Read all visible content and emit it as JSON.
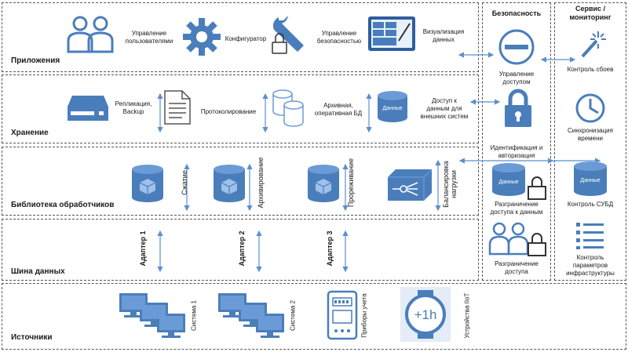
{
  "layers": {
    "applications": "Приложения",
    "storage": "Хранение",
    "library": "Библиотека обработчиков",
    "bus": "Шина данных",
    "sources": "Источники"
  },
  "applications": {
    "user_mgmt": "Управление\nпользователями",
    "configurator": "Конфигуратор",
    "security_mgmt": "Управление\nбезопасностью",
    "visualization": "Визуализация\nданных"
  },
  "storage": {
    "replication": "Репликация,\nBackup",
    "logging": "Протоколирование",
    "archive_db": "Архивная,\nоперативная БД",
    "data_label": "Данные",
    "external_access": "Доступ к\nданным для\nвнешних систем"
  },
  "library": {
    "compression": "Сжатие",
    "archiving": "Архивирование",
    "thinning": "Прореживание",
    "load_balancing": "Балансировка\nнагрузки"
  },
  "bus": {
    "adapter1": "Адаптер 1",
    "adapter2": "Адаптер 2",
    "adapter3": "Адаптер 3"
  },
  "sources": {
    "system1": "Система 1",
    "system2": "Система 2",
    "meters": "Приборы учета",
    "iiot": "Устройства IIoT",
    "iiot_badge": "+1h"
  },
  "security": {
    "title": "Безопасность",
    "access_mgmt": "Управление\nдоступом",
    "identification": "Идентификация и\nавторизация",
    "data_label": "Данные",
    "data_access_control": "Разграничение\nдоступа к данным",
    "access_control": "Разграничение\nдоступа"
  },
  "service": {
    "title": "Сервис /\nмониторинг",
    "failure_control": "Контроль сбоев",
    "time_sync": "Синхронизация\nвремени",
    "data_label": "Данные",
    "dbms_control": "Контроль СУБД",
    "infra_control": "Контроль\nпараметров\nинфраструктуры"
  },
  "colors": {
    "icon_blue": "#4a7ebb",
    "icon_light": "#6a9bd6",
    "arrow": "#5b8fd1",
    "iiot_bg": "#e4ecf7"
  }
}
